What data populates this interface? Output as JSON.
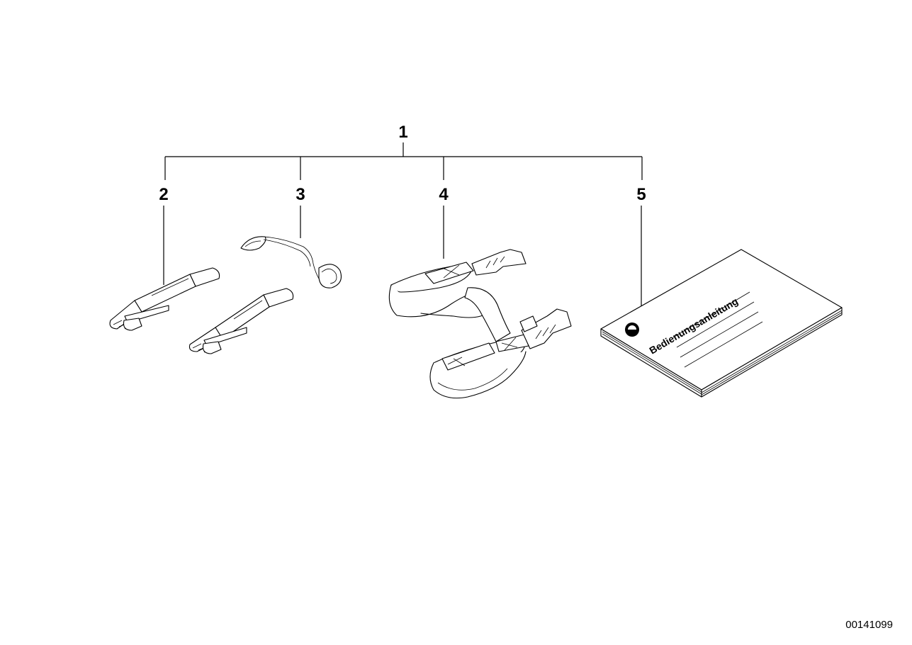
{
  "callouts": {
    "main": "1",
    "item2": "2",
    "item3": "3",
    "item4": "4",
    "item5": "5"
  },
  "manual_cover_text": "Bedienungsanleitung",
  "diagram_number": "00141099"
}
